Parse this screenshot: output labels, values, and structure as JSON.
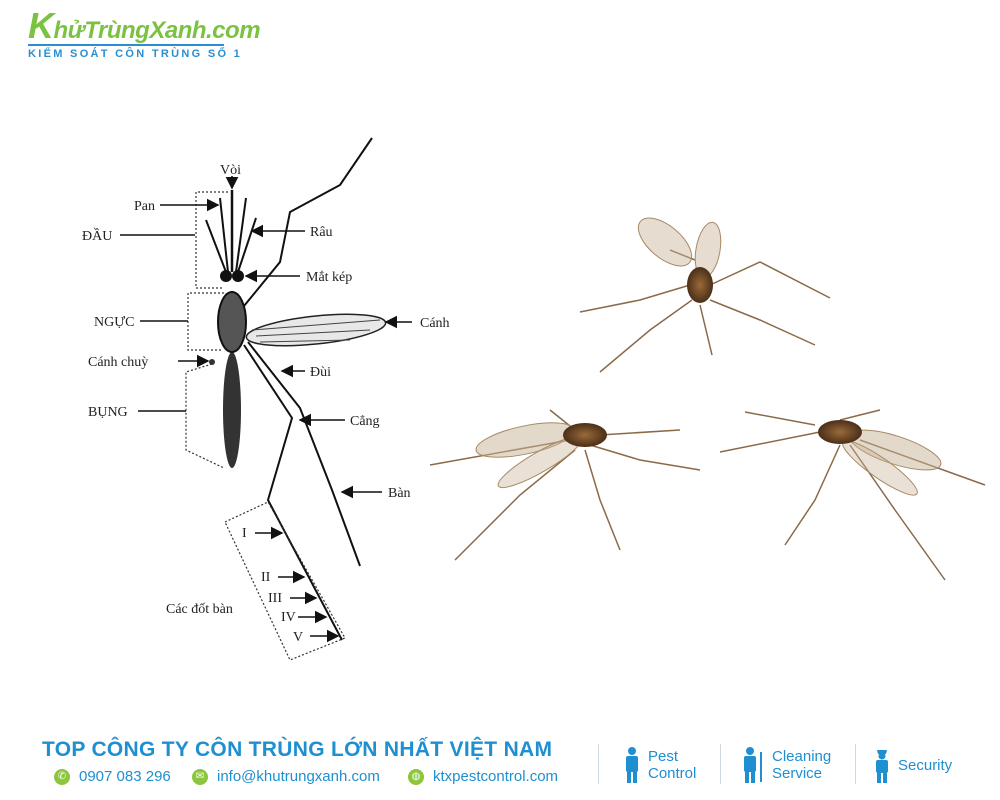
{
  "logo": {
    "first_letter": "K",
    "rest": "hửTrùngXanh.com",
    "tagline": "KIỂM SOÁT CÔN TRÙNG SỐ 1"
  },
  "diagram": {
    "labels": {
      "voi": "Vòi",
      "pan": "Pan",
      "dau": "ĐẦU",
      "rau": "Râu",
      "mat_kep": "Mắt kép",
      "nguc": "NGỰC",
      "canh": "Cánh",
      "canh_chuy": "Cánh chuỳ",
      "dui": "Đùi",
      "bung": "BỤNG",
      "cang": "Cẳng",
      "ban": "Bàn",
      "cac_dot_ban": "Các đốt bàn",
      "seg1": "I",
      "seg2": "II",
      "seg3": "III",
      "seg4": "IV",
      "seg5": "V"
    }
  },
  "footer": {
    "title": "TOP CÔNG TY CÔN TRÙNG LỚN NHẤT VIỆT NAM",
    "phone": "0907 083 296",
    "email": "info@khutrungxanh.com",
    "website": "ktxpestcontrol.com",
    "services": [
      {
        "line1": "Pest",
        "line2": "Control"
      },
      {
        "line1": "Cleaning",
        "line2": "Service"
      },
      {
        "line1": "Security",
        "line2": ""
      }
    ]
  },
  "colors": {
    "brand_green": "#7cc242",
    "brand_blue": "#1e8fd0",
    "icon_green": "#8cc63f"
  }
}
